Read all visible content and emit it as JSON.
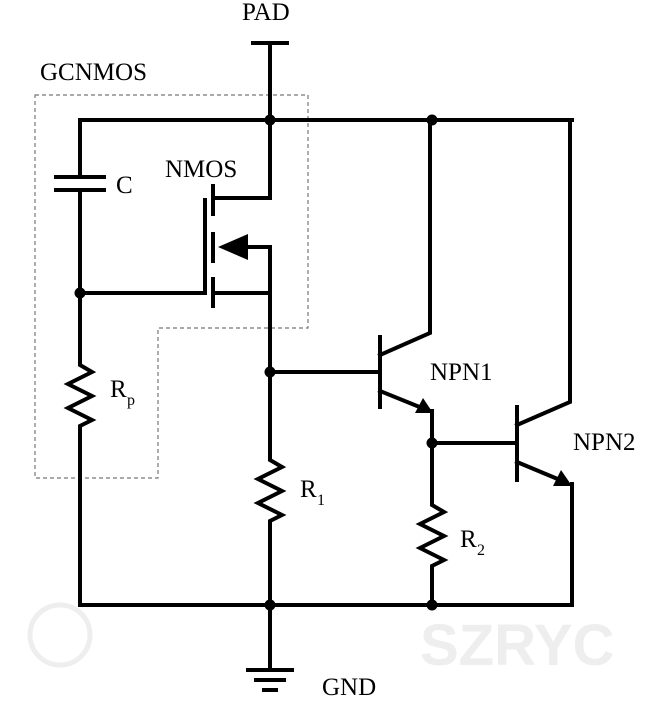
{
  "labels": {
    "pad": "PAD",
    "gcnmos": "GCNMOS",
    "nmos": "NMOS",
    "capacitor": "C",
    "rp": "R",
    "rp_sub": "p",
    "r1": "R",
    "r1_sub": "1",
    "r2": "R",
    "r2_sub": "2",
    "npn1": "NPN1",
    "npn2": "NPN2",
    "gnd": "GND"
  },
  "watermark": "SZRYC"
}
